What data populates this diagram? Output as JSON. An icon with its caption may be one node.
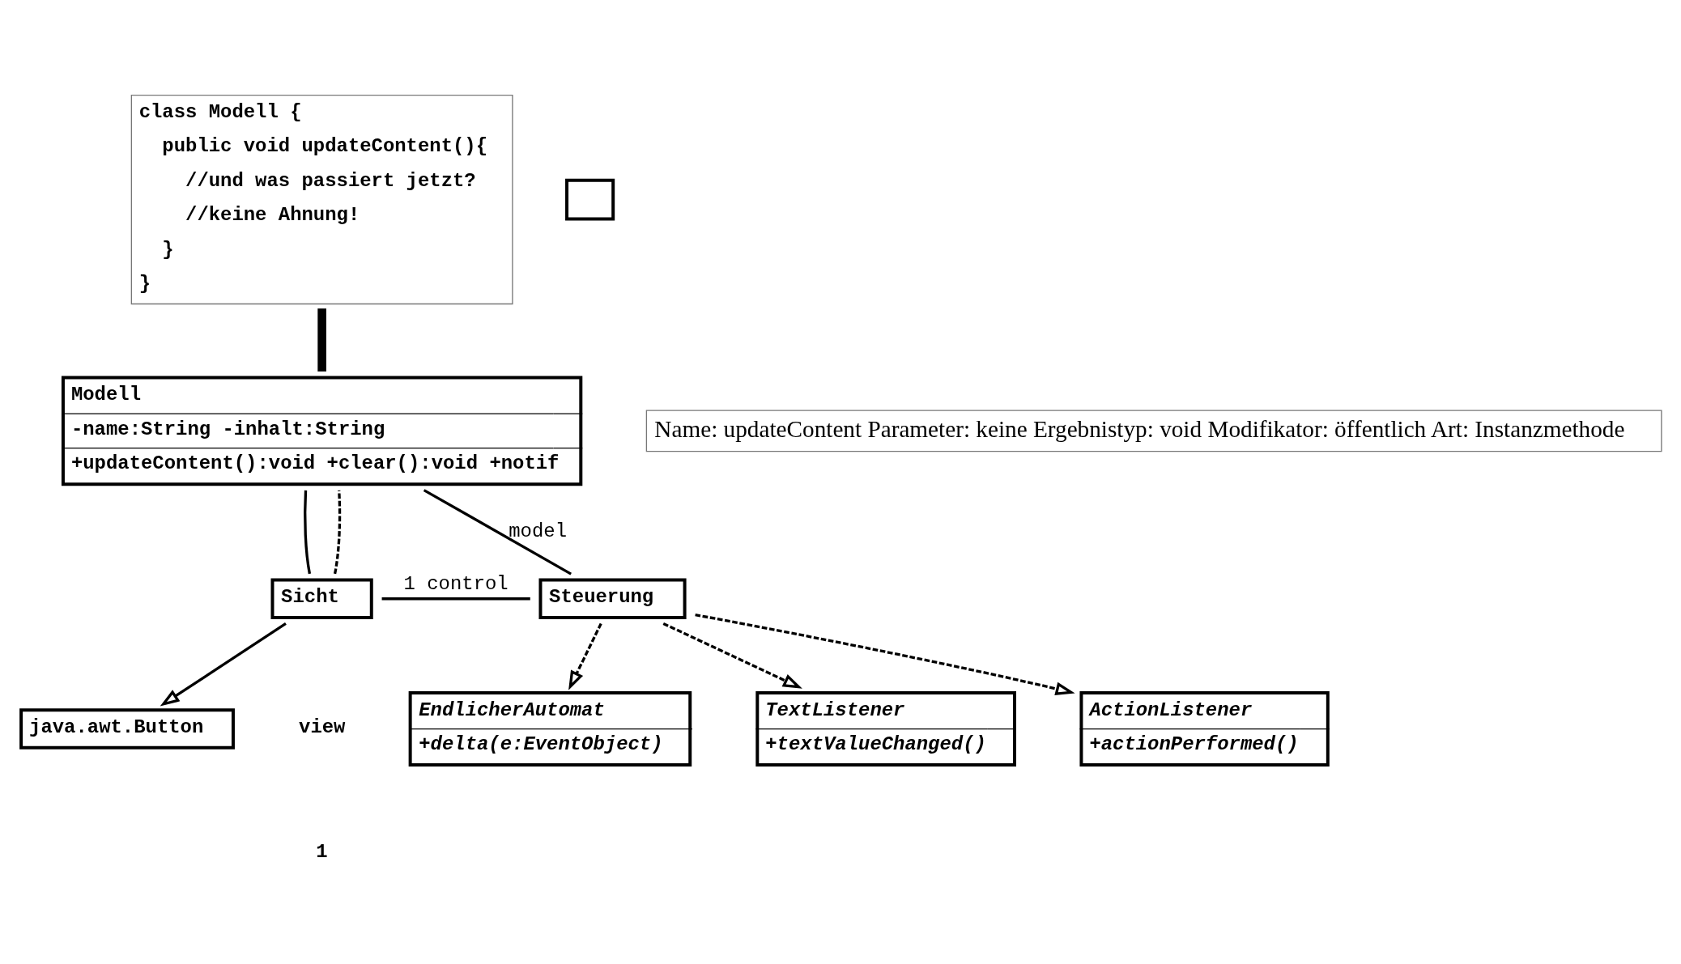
{
  "diagram": {
    "nodes": [
      {
        "text": [
          "Modell",
          "-name:String -inhalt:String",
          "+updateContent():void +clear():void +notif"
        ]
      },
      {
        "text": [
          "Name: updateContent Parameter: keine Ergebnistyp: void Modifikator: öffentlich Art: Instanzmethode"
        ]
      },
      {
        "text": [
          "class Modell {",
          "public void updateContent(){",
          "//und was passiert jetzt?",
          "//keine Ahnung!",
          "}",
          "}"
        ]
      },
      {
        "text": [
          "EndlicherAutomat",
          "+delta(e:EventObject)"
        ]
      },
      {
        "text": [],
        "shape": "box"
      },
      {
        "text": [
          "TextListener",
          "+textValueChanged()"
        ]
      },
      {
        "text": [
          "java.awt.Button"
        ]
      },
      {
        "text": [
          "Sicht"
        ]
      },
      {
        "text": [
          "Steuerung"
        ]
      },
      {
        "text": [
          "ActionListener",
          "+actionPerformed()"
        ]
      }
    ],
    "edges": [
      {
        "from": 2,
        "to": 0,
        "arrow": "none",
        "style": "thick"
      },
      {
        "from": 0,
        "to": 7,
        "arrow": "none"
      },
      {
        "from": 0,
        "to": 8,
        "arrow": "none",
        "label": "model"
      },
      {
        "from": 7,
        "to": 0,
        "arrow": "none",
        "style": "dashed"
      },
      {
        "from": 7,
        "to": 6,
        "arrow": "to"
      },
      {
        "from": 7,
        "to": 8,
        "arrow": "none",
        "label": "1 control"
      },
      {
        "from": 8,
        "to": 3,
        "arrow": "to",
        "style": "dashed"
      },
      {
        "from": 8,
        "to": 5,
        "arrow": "to",
        "style": "dashed"
      },
      {
        "from": 8,
        "to": 9,
        "arrow": "to",
        "style": "dashed"
      }
    ],
    "labels": [
      "view",
      "1"
    ]
  }
}
